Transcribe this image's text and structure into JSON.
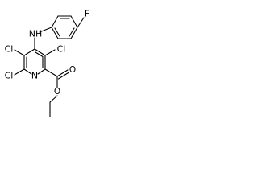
{
  "molecule": {
    "labels": {
      "fluorine": "F",
      "amine": "NH",
      "chlorine_left": "Cl",
      "chlorine_right": "Cl",
      "chlorine_bottom": "Cl",
      "ring_nitrogen": "N",
      "carbonyl_oxygen": "O",
      "ester_oxygen": "O"
    }
  }
}
